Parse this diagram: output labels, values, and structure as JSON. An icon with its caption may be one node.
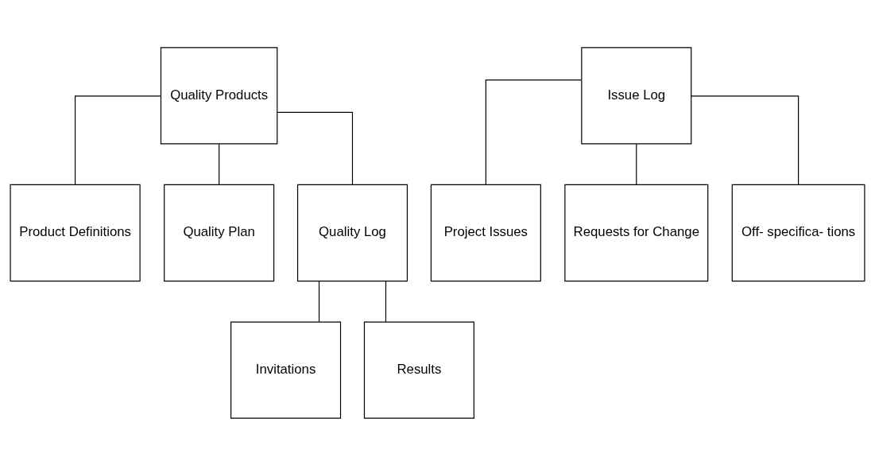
{
  "diagram": {
    "nodes": [
      {
        "text": [
          "Quality Products"
        ]
      },
      {
        "text": [
          "Product Definitions"
        ]
      },
      {
        "text": [
          "Quality Plan"
        ]
      },
      {
        "text": [
          "Quality Log"
        ]
      },
      {
        "text": [
          "Issue Log"
        ]
      },
      {
        "text": [
          "Invitations"
        ]
      },
      {
        "text": [
          "Results"
        ]
      },
      {
        "text": [
          "Project Issues"
        ]
      },
      {
        "text": [
          "Requests for Change"
        ]
      },
      {
        "text": [
          "Off- specifica- tions"
        ]
      }
    ],
    "edges": [
      {
        "from": 0,
        "to": 1,
        "arrow": "none"
      },
      {
        "from": 0,
        "to": 2,
        "arrow": "none"
      },
      {
        "from": 0,
        "to": 3,
        "arrow": "none"
      },
      {
        "from": 3,
        "to": 5,
        "arrow": "none"
      },
      {
        "from": 3,
        "to": 6,
        "arrow": "none"
      },
      {
        "from": 4,
        "to": 7,
        "arrow": "none"
      },
      {
        "from": 4,
        "to": 8,
        "arrow": "none"
      },
      {
        "from": 4,
        "to": 9,
        "arrow": "none"
      }
    ]
  }
}
